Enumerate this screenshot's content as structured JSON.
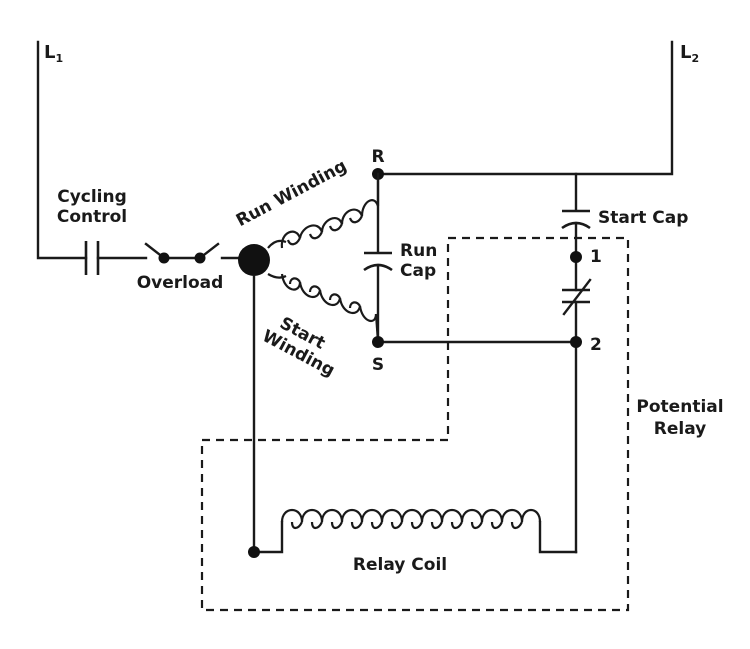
{
  "labels": {
    "l1": "L",
    "l1_sub": "1",
    "l2": "L",
    "l2_sub": "2",
    "cycling_control_1": "Cycling",
    "cycling_control_2": "Control",
    "overload": "Overload",
    "run_winding": "Run Winding",
    "start_winding_1": "Start",
    "start_winding_2": "Winding",
    "terminal_r": "R",
    "terminal_s": "S",
    "run_cap_1": "Run",
    "run_cap_2": "Cap",
    "start_cap": "Start Cap",
    "contact_1": "1",
    "contact_2": "2",
    "potential_relay_1": "Potential",
    "potential_relay_2": "Relay",
    "relay_coil": "Relay Coil"
  },
  "colors": {
    "line": "#1a1a1a",
    "background": "#ffffff"
  }
}
